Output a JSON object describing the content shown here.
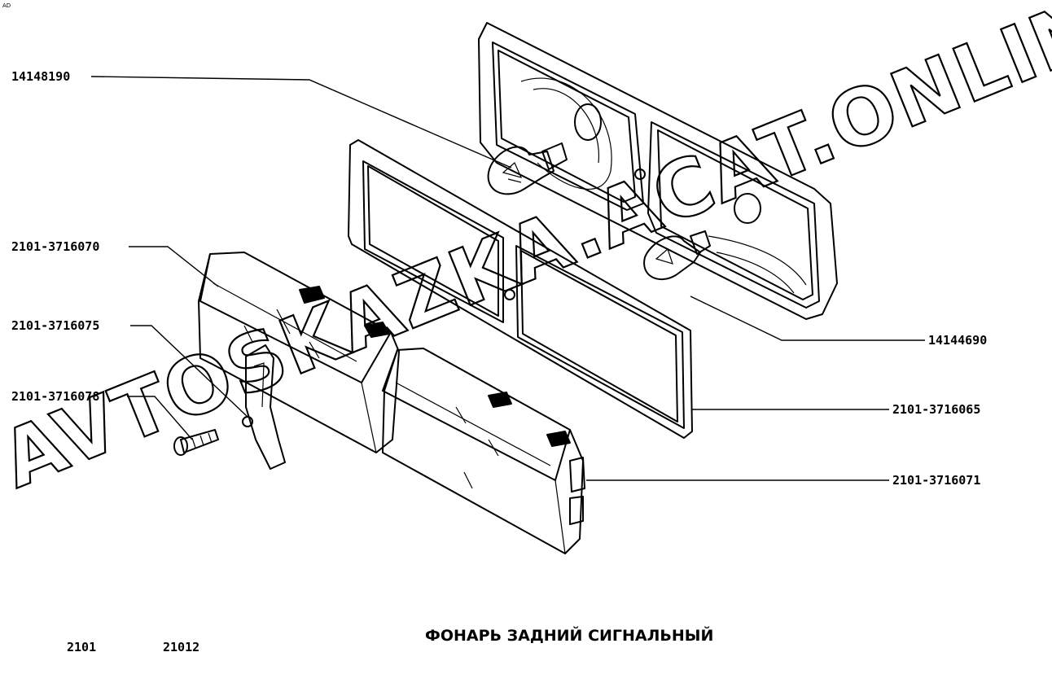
{
  "corner_mark": "AD",
  "title": "ФОНАРЬ ЗАДНИЙ СИГНАЛЬНЫЙ",
  "models": [
    "2101",
    "21012"
  ],
  "watermark": "AVTOSKAZKA.ACAT.ONLINE",
  "parts": [
    {
      "number": "14148190",
      "part": "bulb-upper"
    },
    {
      "number": "2101-3716070",
      "part": "lens-left"
    },
    {
      "number": "2101-3716075",
      "part": "clip-latch"
    },
    {
      "number": "2101-3716078",
      "part": "screw"
    },
    {
      "number": "14144690",
      "part": "bulb-lower"
    },
    {
      "number": "2101-3716065",
      "part": "gasket"
    },
    {
      "number": "2101-3716071",
      "part": "lens-right"
    }
  ]
}
